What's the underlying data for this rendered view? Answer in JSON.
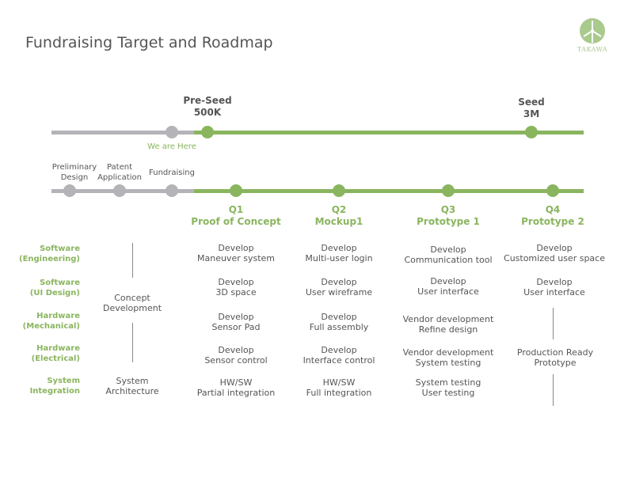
{
  "title": "Fundraising Target and Roadmap",
  "logo": {
    "text": "TAKAWA",
    "icon": "windmill-logo-icon"
  },
  "colors": {
    "green": "#8ab55f",
    "gray": "#b4b4b8",
    "text": "#555555"
  },
  "top_timeline": {
    "milestones": [
      {
        "line1": "Pre-Seed",
        "line2": "500K"
      },
      {
        "line1": "Seed",
        "line2": "3M"
      }
    ],
    "current_marker": "We are Here"
  },
  "bottom_timeline": {
    "past": [
      {
        "line1": "Preliminary",
        "line2": "Design"
      },
      {
        "line1": "Patent",
        "line2": "Application"
      },
      {
        "line1": "Fundraising",
        "line2": ""
      }
    ],
    "quarters": [
      {
        "q": "Q1",
        "name": "Proof of Concept"
      },
      {
        "q": "Q2",
        "name": "Mockup1"
      },
      {
        "q": "Q3",
        "name": "Prototype 1"
      },
      {
        "q": "Q4",
        "name": "Prototype 2"
      }
    ]
  },
  "rows": [
    {
      "line1": "Software",
      "line2": "(Engineering)"
    },
    {
      "line1": "Software",
      "line2": "(UI Design)"
    },
    {
      "line1": "Hardware",
      "line2": "(Mechanical)"
    },
    {
      "line1": "Hardware",
      "line2": "(Electrical)"
    },
    {
      "line1": "System",
      "line2": "Integration"
    }
  ],
  "pre_column": {
    "concept": {
      "line1": "Concept",
      "line2": "Development"
    },
    "architecture": {
      "line1": "System",
      "line2": "Architecture"
    }
  },
  "cells": {
    "q1": [
      {
        "line1": "Develop",
        "line2": "Maneuver system"
      },
      {
        "line1": "Develop",
        "line2": "3D space"
      },
      {
        "line1": "Develop",
        "line2": "Sensor Pad"
      },
      {
        "line1": "Develop",
        "line2": "Sensor control"
      },
      {
        "line1": "HW/SW",
        "line2": "Partial integration"
      }
    ],
    "q2": [
      {
        "line1": "Develop",
        "line2": "Multi-user login"
      },
      {
        "line1": "Develop",
        "line2": "User wireframe"
      },
      {
        "line1": "Develop",
        "line2": "Full assembly"
      },
      {
        "line1": "Develop",
        "line2": "Interface control"
      },
      {
        "line1": "HW/SW",
        "line2": "Full integration"
      }
    ],
    "q3": [
      {
        "line1": "Develop",
        "line2": "Communication tool"
      },
      {
        "line1": "Develop",
        "line2": "User interface"
      },
      {
        "line1": "Vendor development",
        "line2": "Refine design"
      },
      {
        "line1": "Vendor development",
        "line2": "System testing"
      },
      {
        "line1": "System testing",
        "line2": "User testing"
      }
    ],
    "q4": [
      {
        "line1": "Develop",
        "line2": "Customized user space"
      },
      {
        "line1": "Develop",
        "line2": "User interface"
      },
      {
        "line1": "Production Ready",
        "line2": "Prototype"
      }
    ]
  }
}
